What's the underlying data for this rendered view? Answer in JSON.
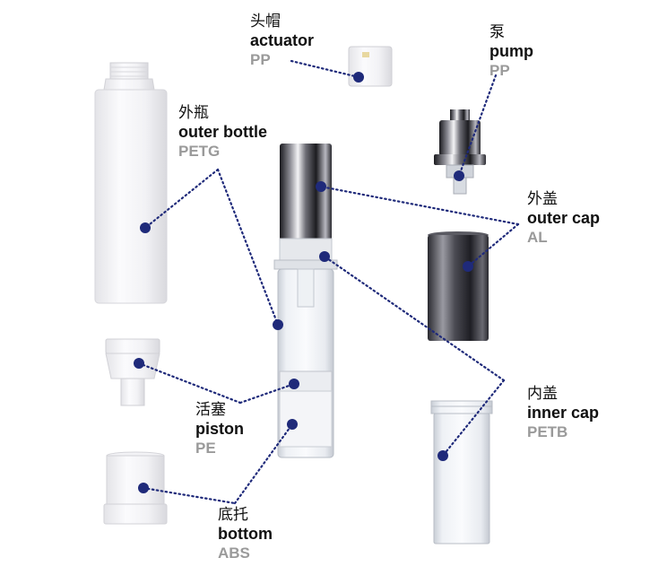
{
  "colors": {
    "dot": "#1f2a7a",
    "leader": "#1f2a7a",
    "material_text": "#9a9a9a",
    "label_text": "#111111"
  },
  "parts": [
    {
      "id": "actuator",
      "zh": "头帽",
      "en": "actuator",
      "material": "PP"
    },
    {
      "id": "pump",
      "zh": "泵",
      "en": "pump",
      "material": "PP"
    },
    {
      "id": "outer-bottle",
      "zh": "外瓶",
      "en": "outer bottle",
      "material": "PETG"
    },
    {
      "id": "outer-cap",
      "zh": "外盖",
      "en": "outer cap",
      "material": "AL"
    },
    {
      "id": "inner-cap",
      "zh": "内盖",
      "en": "inner cap",
      "material": "PETB"
    },
    {
      "id": "piston",
      "zh": "活塞",
      "en": "piston",
      "material": "PE"
    },
    {
      "id": "bottom",
      "zh": "底托",
      "en": "bottom",
      "material": "ABS"
    }
  ]
}
